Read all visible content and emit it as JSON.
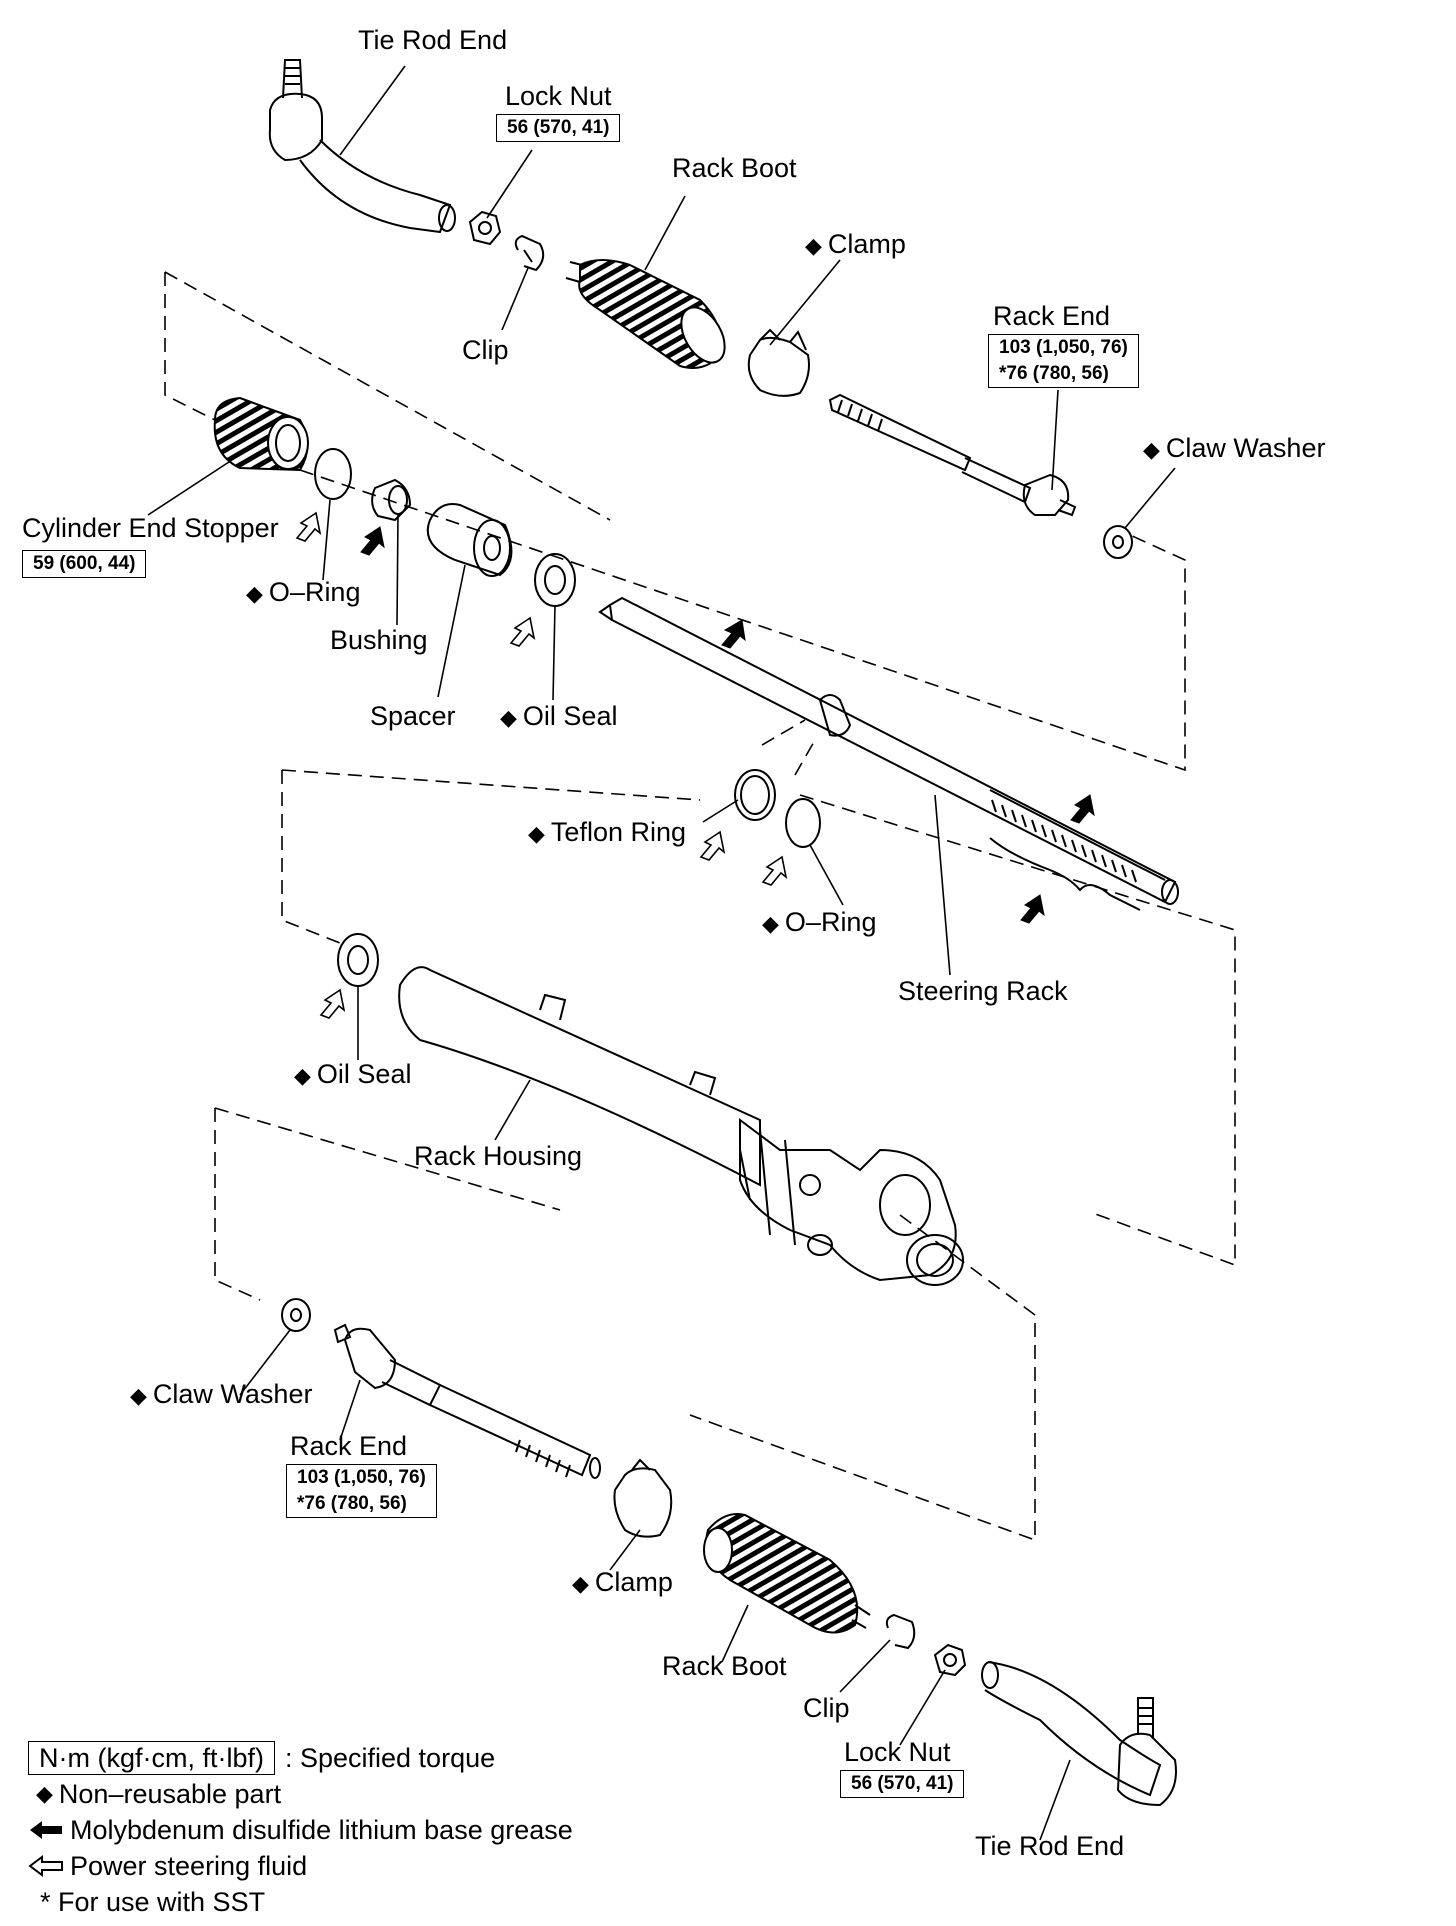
{
  "parts": {
    "tie_rod_end_top": "Tie Rod End",
    "lock_nut_top": "Lock Nut",
    "lock_nut_top_torque": "56 (570, 41)",
    "rack_boot_top": "Rack Boot",
    "clamp_top": "Clamp",
    "clip_top": "Clip",
    "rack_end_top": "Rack End",
    "rack_end_top_torque_1": "103 (1,050, 76)",
    "rack_end_top_torque_2": "*76 (780, 56)",
    "claw_washer_top": "Claw Washer",
    "cylinder_end_stopper": "Cylinder End Stopper",
    "cylinder_end_stopper_torque": "59 (600, 44)",
    "o_ring_top": "O–Ring",
    "bushing": "Bushing",
    "spacer": "Spacer",
    "oil_seal_top": "Oil Seal",
    "teflon_ring": "Teflon Ring",
    "o_ring_mid": "O–Ring",
    "steering_rack": "Steering Rack",
    "oil_seal_bottom": "Oil Seal",
    "rack_housing": "Rack Housing",
    "claw_washer_bottom": "Claw Washer",
    "rack_end_bottom": "Rack End",
    "rack_end_bottom_torque_1": "103 (1,050, 76)",
    "rack_end_bottom_torque_2": "*76 (780, 56)",
    "clamp_bottom": "Clamp",
    "rack_boot_bottom": "Rack Boot",
    "clip_bottom": "Clip",
    "lock_nut_bottom": "Lock Nut",
    "lock_nut_bottom_torque": "56 (570, 41)",
    "tie_rod_end_bottom": "Tie Rod End"
  },
  "legend": {
    "torque_units": "N·m (kgf·cm, ft·lbf)",
    "torque_desc": ": Specified torque",
    "non_reusable": "Non–reusable part",
    "moly_grease": "Molybdenum disulfide lithium base grease",
    "ps_fluid": "Power steering fluid",
    "sst_note": "* For use with SST"
  },
  "symbols": {
    "non_reusable_marker": "◆"
  }
}
